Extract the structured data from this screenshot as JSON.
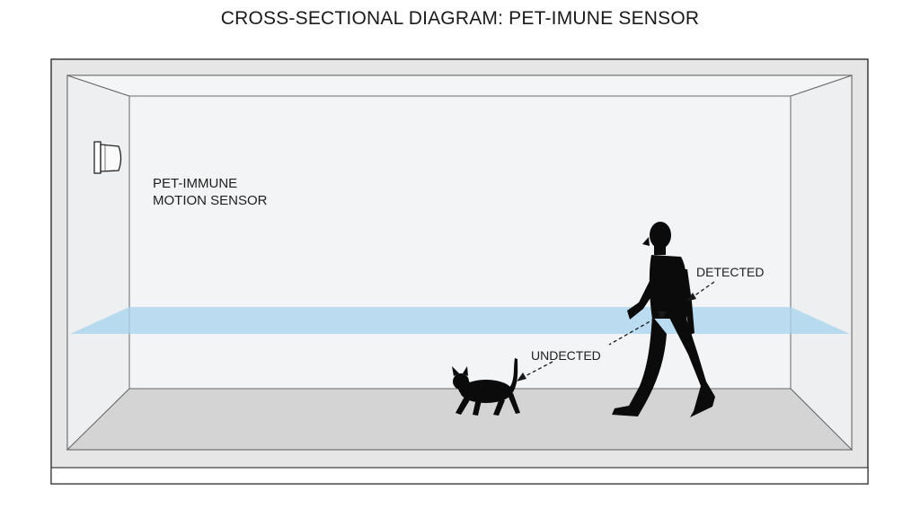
{
  "title": "CROSS-SECTIONAL DIAGRAM: PET-IMUNE SENSOR",
  "labels": {
    "sensor_line1": "PET-IMMUNE",
    "sensor_line2": "MOTION SENSOR",
    "detected": "DETECTED",
    "undetected": "UNDECTED"
  },
  "colors": {
    "detection_band": "#a9d4ee",
    "floor": "#d4d4d4",
    "wall": "#e5e5e5",
    "back_wall": "#f2f3f4",
    "silhouette": "#0b0b0b"
  }
}
